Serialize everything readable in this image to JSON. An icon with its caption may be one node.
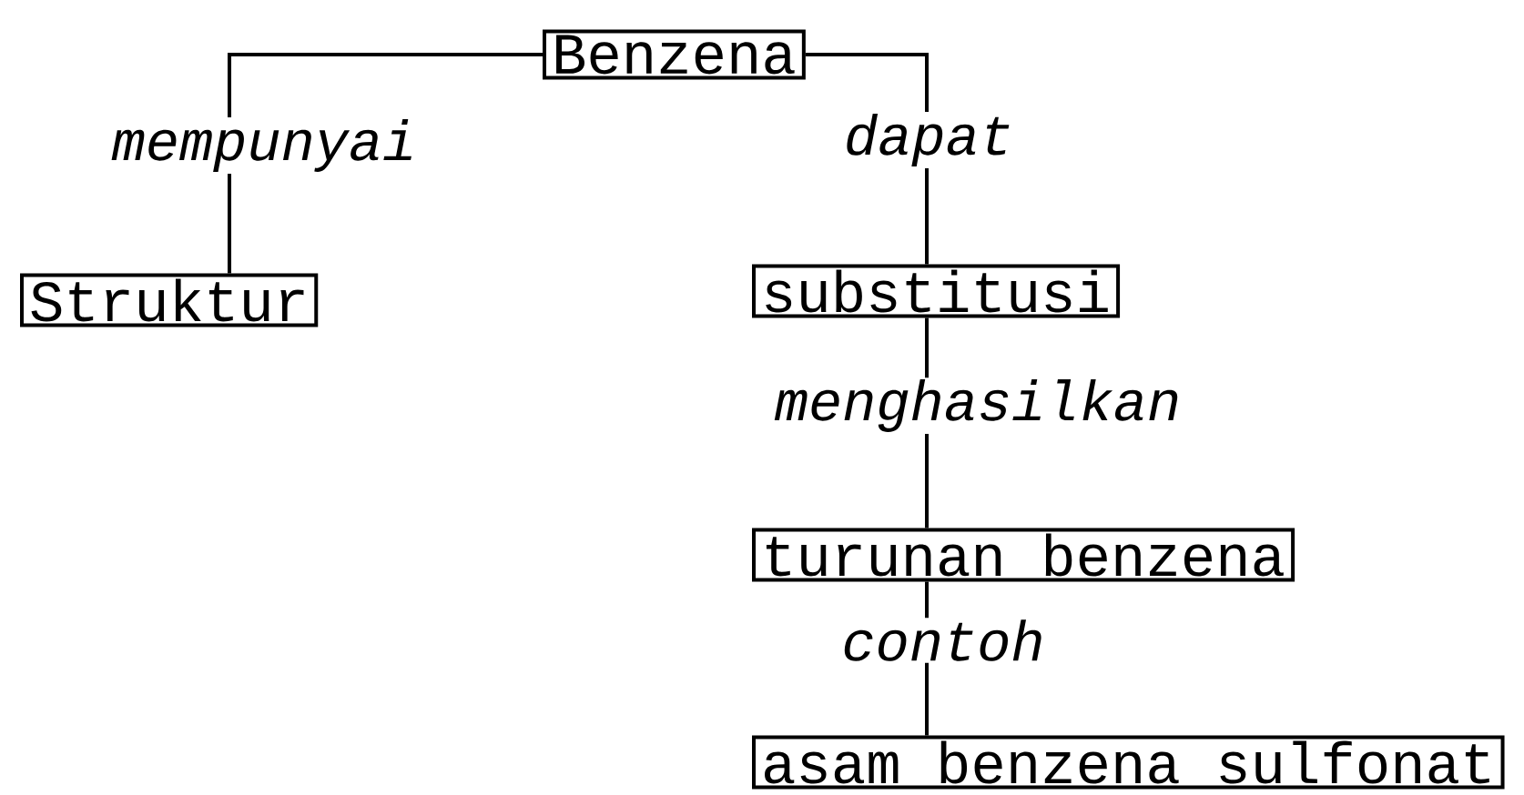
{
  "diagram": {
    "nodes": [
      {
        "text": [
          "Benzena"
        ]
      },
      {
        "text": [
          "Struktur"
        ]
      },
      {
        "text": [
          "substitusi"
        ]
      },
      {
        "text": [
          "turunan benzena"
        ]
      },
      {
        "text": [
          "asam benzena sulfonat"
        ]
      }
    ],
    "edges": [
      {
        "from": 0,
        "to": 1,
        "arrow": "none",
        "label": "mempunyai"
      },
      {
        "from": 0,
        "to": 2,
        "arrow": "none",
        "label": "dapat"
      },
      {
        "from": 2,
        "to": 3,
        "arrow": "none",
        "label": "menghasilkan"
      },
      {
        "from": 3,
        "to": 4,
        "arrow": "none",
        "label": "contoh"
      }
    ]
  }
}
